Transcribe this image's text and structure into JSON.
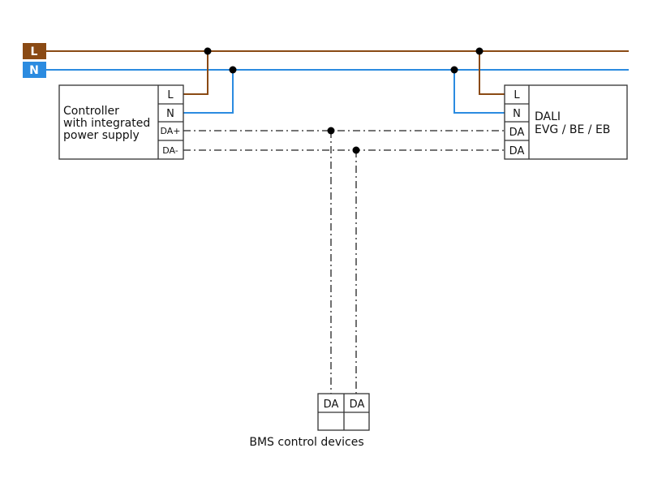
{
  "rails": {
    "l_label": "L",
    "n_label": "N",
    "l_color": "#8a4a14",
    "n_color": "#2b8be0"
  },
  "controller": {
    "name_lines": [
      "Controller",
      "with integrated",
      "power supply"
    ],
    "terminals": [
      "L",
      "N",
      "DA+",
      "DA-"
    ]
  },
  "dali": {
    "name_lines": [
      "DALI",
      "EVG / BE / EB"
    ],
    "terminals": [
      "L",
      "N",
      "DA",
      "DA"
    ]
  },
  "bms": {
    "terminals": [
      "DA",
      "DA"
    ],
    "caption": "BMS control devices"
  }
}
